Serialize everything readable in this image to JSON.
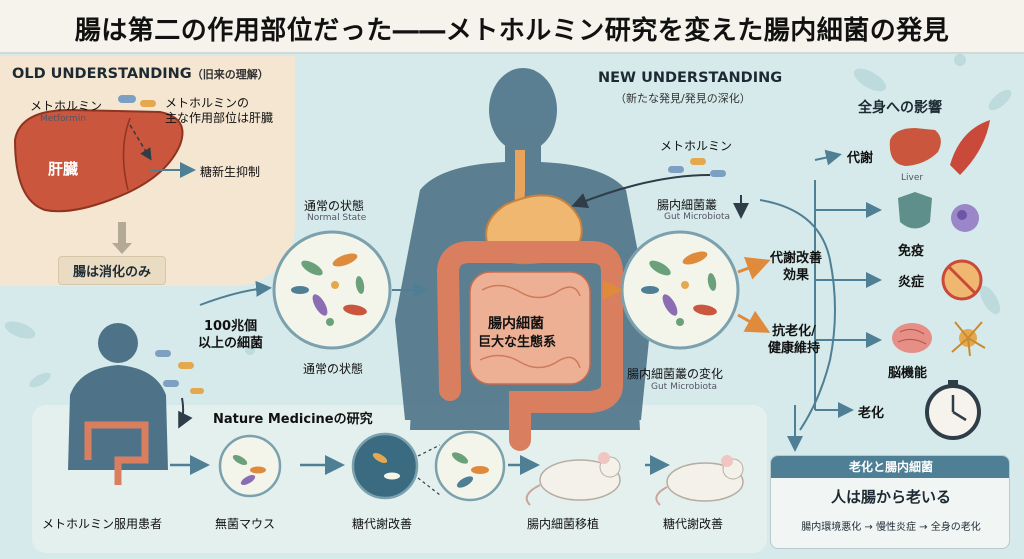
{
  "title": "腸は第二の作用部位だった――メトホルミン研究を変えた腸内細菌の発見",
  "old": {
    "heading": "OLD UNDERSTANDING",
    "heading_sub": "（旧来の理解）",
    "metformin": "メトホルミン",
    "metformin_en": "Metformin",
    "claim": "メトホルミンの\n主な作用部位は肝臓",
    "liver": "肝臓",
    "gluconeo": "糖新生抑制",
    "gut_only": "腸は消化のみ"
  },
  "new": {
    "heading": "NEW UNDERSTANDING",
    "heading_sub": "（新たな発見/発見の深化）",
    "metformin": "メトホルミン",
    "microbiota": "腸内細菌叢",
    "microbiota_en": "Gut Microbiota",
    "change": "腸内細菌叢の変化",
    "change_en": "Gut Microbiota",
    "effect1": "代謝改善\n効果",
    "effect2": "抗老化/\n健康維持"
  },
  "normal": {
    "label": "通常の状態",
    "label_en": "Normal State",
    "bottom": "通常の状態",
    "count": "100兆個\n以上の細菌"
  },
  "gut": {
    "label": "腸内細菌",
    "label2": "巨大な生態系"
  },
  "effects": {
    "heading": "全身への影響",
    "metabolism": "代謝",
    "liver_en": "Liver",
    "immunity": "免疫",
    "inflammation": "炎症",
    "brain": "脳機能",
    "aging": "老化"
  },
  "study": {
    "heading": "Nature Medicineの研究",
    "steps": [
      "メトホルミン服用患者",
      "無菌マウス",
      "糖代謝改善",
      "腸内細菌移植",
      "糖代謝改善"
    ]
  },
  "summary": {
    "head": "老化と腸内細菌",
    "main": "人は腸から老いる",
    "chain": "腸内環境悪化 → 慢性炎症 → 全身の老化"
  },
  "colors": {
    "background": "#d6eaeb",
    "old_panel": "#f4e6d1",
    "arrow": "#4f7f94",
    "gut": "#e49a78",
    "stomach": "#f0b770",
    "body": "#4e7388"
  }
}
